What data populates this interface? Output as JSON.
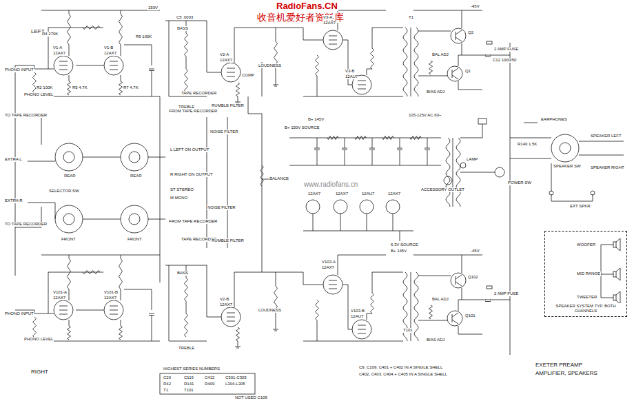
{
  "diagram": {
    "nodes": [
      {
        "text": [
          "SPEAKER SYSTEM TYP. BOTH CHANNELS"
        ]
      }
    ],
    "labels": [
      "RadioFans.CN",
      "收音机爱好者资料库",
      "LEFT",
      "PHONO INPUT",
      "PHONO LEVEL",
      "V1-A",
      "12AX7",
      "V1-B",
      "12AX7",
      "R4 270K",
      "R9 100K",
      "150V",
      "R2 100K",
      "R5 4.7K",
      "R7 4.7K",
      "BASS",
      "TREBLE",
      "C5 .0033",
      "V2-A",
      "12AX7",
      "LOUDNESS",
      "COMP",
      "V3-A",
      "12AX7",
      "V3-B",
      "12AU7",
      "T1",
      "Q2",
      "Q1",
      "-45V",
      "BAL ADJ",
      "BIAS ADJ",
      "C12 1000/50",
      "2 AMP FUSE",
      "EARPHONES",
      "SPEAKER LEFT",
      "SPEAKER RIGHT",
      "SPEAKER SW",
      "EXT SPKR",
      "R140 1.5K",
      "TO TAPE RECORDER",
      "EXTRA L",
      "EXTRA R",
      "TO TAPE RECORDER",
      "SELECTOR SW",
      "REAR",
      "REAR",
      "FRONT",
      "FRONT",
      "TAPE RECORDER",
      "FROM TAPE RECORDER",
      "RUMBLE FILTER",
      "NOISE FILTER",
      "L LEFT ON OUTPUT",
      "R RIGHT ON OUTPUT",
      "ST STEREO",
      "M MONO",
      "BALANCE",
      "NOISE FILTER",
      "FROM TAPE RECORDER",
      "TAPE RECORDER",
      "RUMBLE FILTER",
      "B+ 150V SOURCE",
      "B+ 145V",
      "6.3V SOURCE",
      "105-125V AC 60~",
      "LAMP",
      "ACCESSORY OUTLET",
      "POWER SW",
      "12AX7",
      "12AX7",
      "12AU7",
      "12AX7",
      "RIGHT",
      "PHONO INPUT",
      "PHONO LEVEL",
      "V101-A",
      "12AX7",
      "V101-B",
      "12AX7",
      "BASS",
      "TREBLE",
      "V2-B",
      "12AX7",
      "LOUDNESS",
      "V103-A",
      "12AX7",
      "V103-B",
      "12AU7",
      "T101",
      "Q102",
      "Q101",
      "-45V",
      "B+ 145V",
      "BAL ADJ",
      "2 AMP FUSE",
      "BIAS ADJ",
      "HIGHEST SERIES NUMBERS",
      "C20",
      "C119",
      "C412",
      "C301-C303",
      "R42",
      "R141",
      "R409",
      "L304-L305",
      "T1",
      "T101",
      "C9, C109, C401 + C402 IN A SINGLE SHELL",
      "C402, C403, C404 + C405 IN A SINGLE SHELL",
      "EXETER PREAMP",
      "AMPLIFIER, SPEAKERS",
      "WOOFER",
      "MID RANGE",
      "TWEETER",
      "www.radiofans.cn",
      "NOT USED C109"
    ]
  }
}
